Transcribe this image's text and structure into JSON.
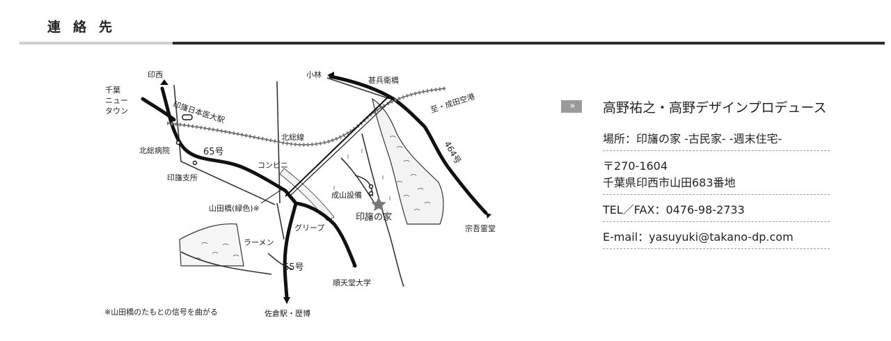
{
  "section": {
    "title": "連絡先"
  },
  "map": {
    "labels": {
      "inzai": "印西",
      "chiba_newtown_1": "千葉",
      "chiba_newtown_2": "ニュー",
      "chiba_newtown_3": "タウン",
      "station": "印旛日本医大駅",
      "hokuso_hospital": "北総病院",
      "route65_north": "65号",
      "inba_branch": "印旛支所",
      "hokuso_line": "北総線",
      "kobayashi": "小林",
      "jinbee_bridge": "甚兵衛橋",
      "narita_airport": "至・成田空港",
      "route464": "464号",
      "convenience": "コンビニ",
      "naruyama": "成山設備",
      "inba_house": "印旛の家",
      "yamada_bridge": "山田橋(緑色)※",
      "grip": "グリープ",
      "ramen": "ラーメン",
      "route65_south": "65号",
      "juntendo": "順天堂大学",
      "sogo_reido": "宗吾霊堂",
      "note": "※山田橋のたもとの信号を曲がる",
      "sakura": "佐倉駅・歴博"
    }
  },
  "contact": {
    "chevron": "»",
    "title": "高野祐之・高野デザインプロデュース",
    "place": "場所：印旛の家 -古民家- -週末住宅-",
    "postal": "〒270-1604",
    "address": "千葉県印西市山田683番地",
    "tel": "TEL／FAX：0476-98-2733",
    "email": "E-mail：yasuyuki@takano-dp.com"
  }
}
